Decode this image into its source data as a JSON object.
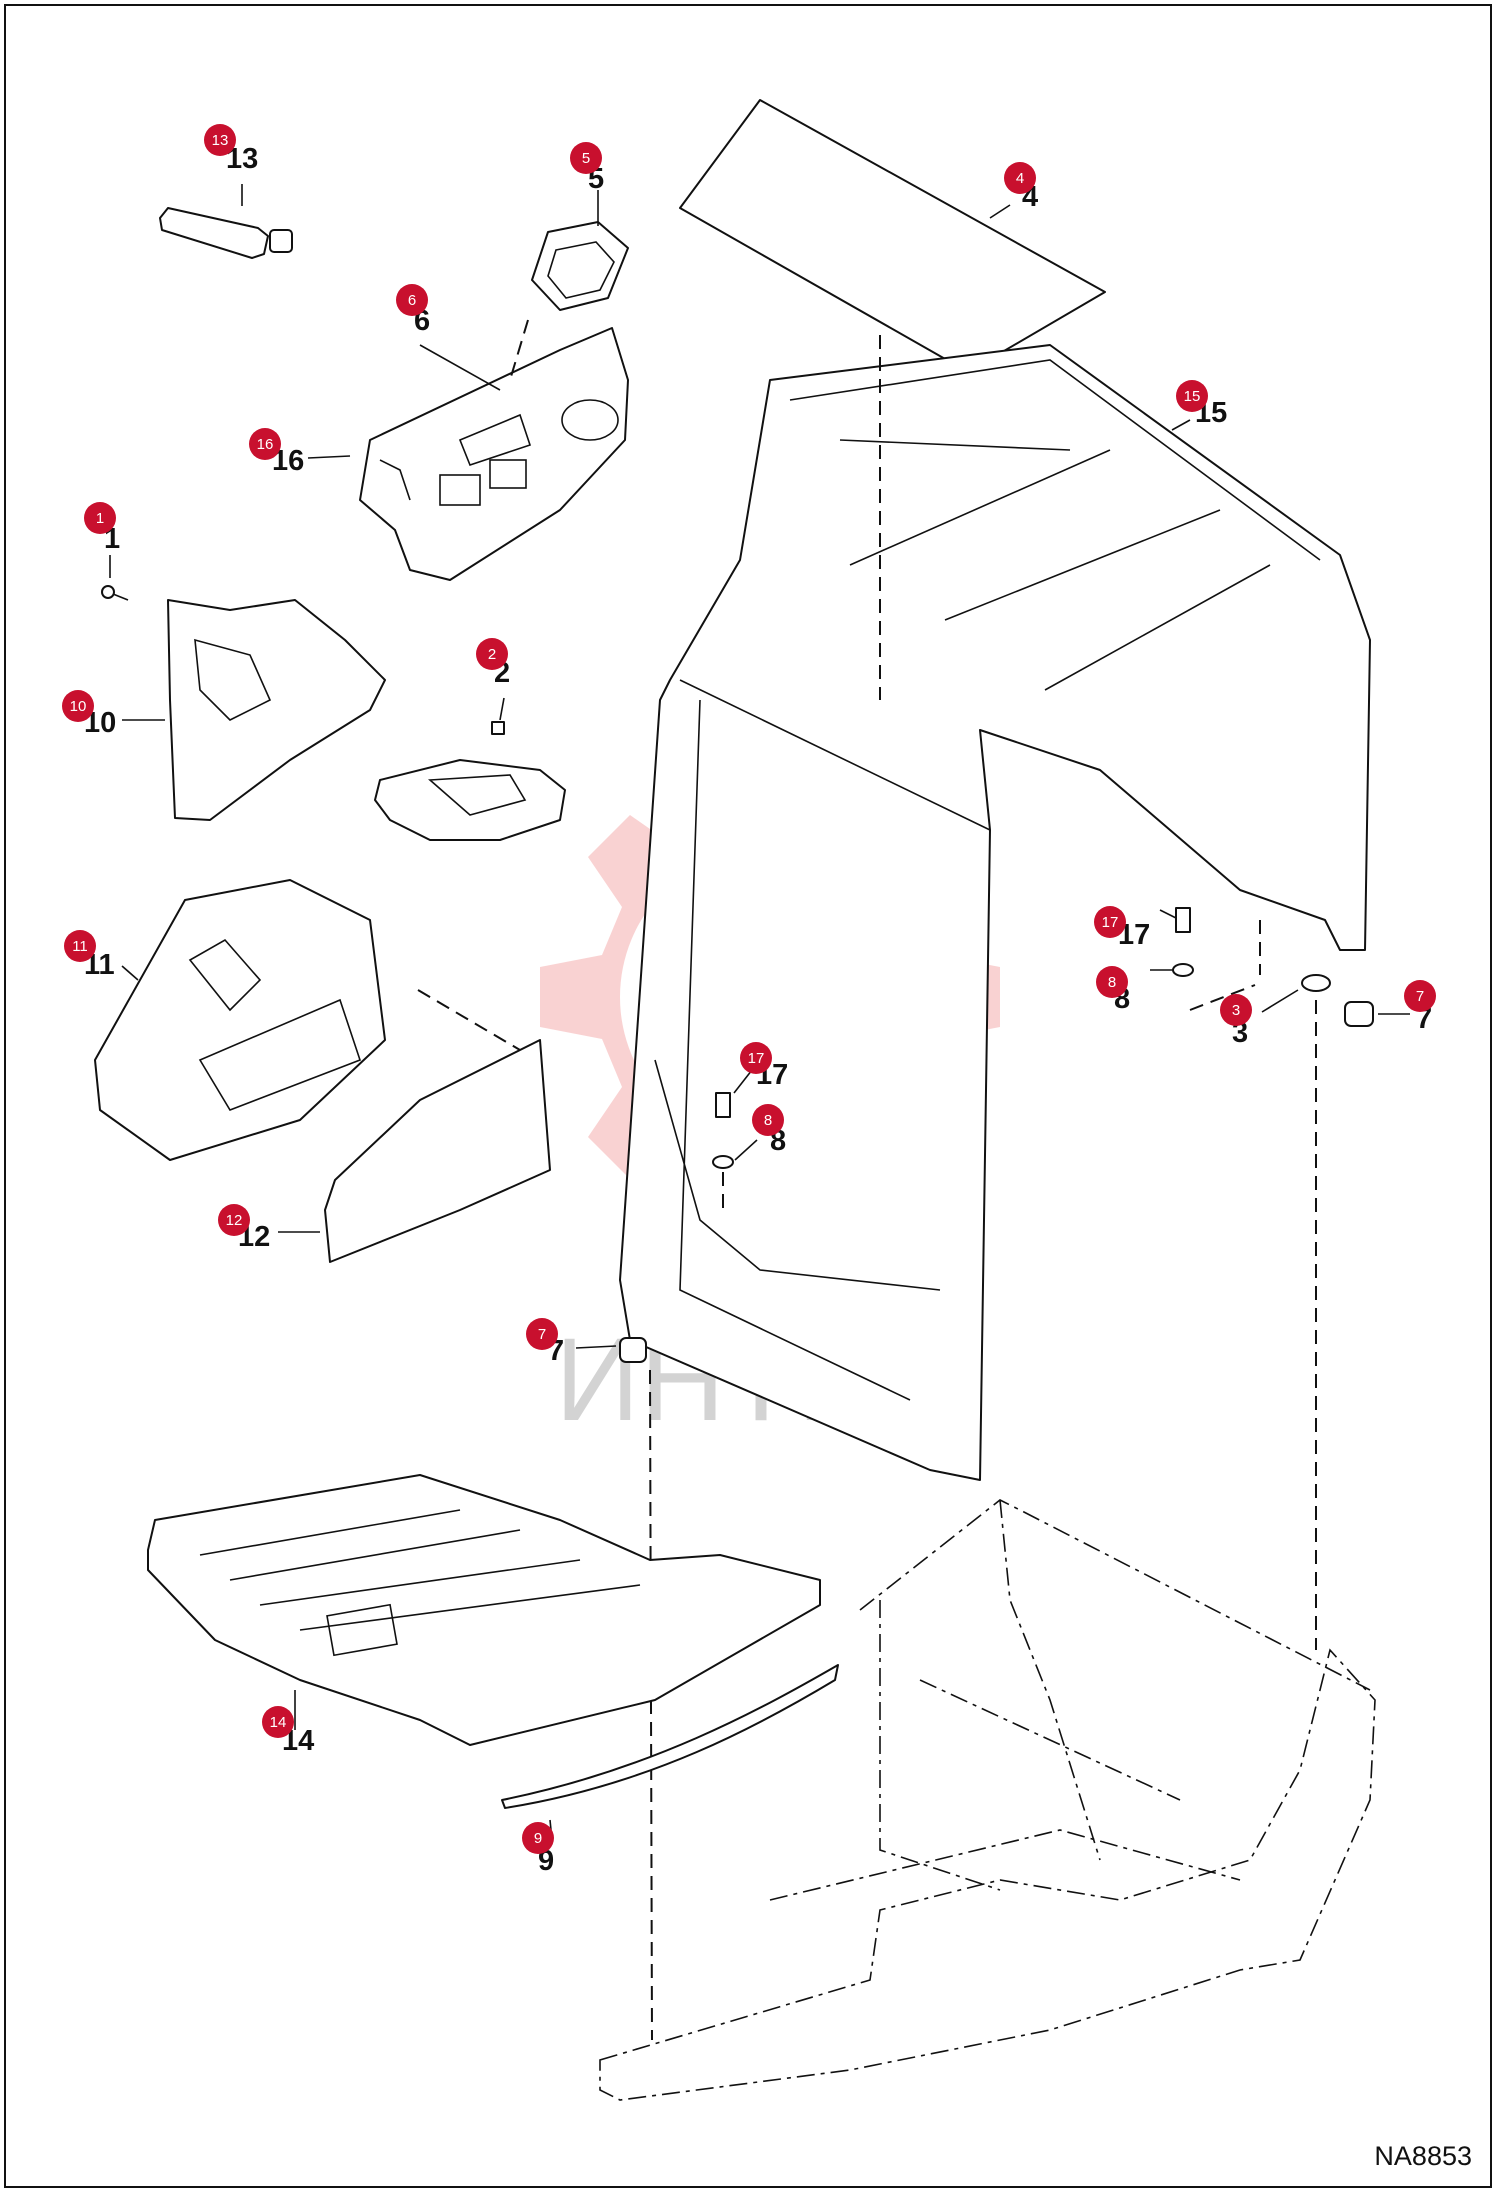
{
  "drawing_code": "NA8853",
  "watermark": {
    "text": "ИНТЕХ",
    "color": "#f4a3a3"
  },
  "badge_color": "#c8102e",
  "callouts": [
    {
      "id": "13",
      "label": "13"
    },
    {
      "id": "5",
      "label": "5"
    },
    {
      "id": "4",
      "label": "4"
    },
    {
      "id": "6",
      "label": "6"
    },
    {
      "id": "16",
      "label": "16"
    },
    {
      "id": "15",
      "label": "15"
    },
    {
      "id": "1",
      "label": "1"
    },
    {
      "id": "10",
      "label": "10"
    },
    {
      "id": "2",
      "label": "2"
    },
    {
      "id": "11",
      "label": "11"
    },
    {
      "id": "17a",
      "label": "17"
    },
    {
      "id": "8a",
      "label": "8"
    },
    {
      "id": "3",
      "label": "3"
    },
    {
      "id": "7a",
      "label": "7"
    },
    {
      "id": "17b",
      "label": "17"
    },
    {
      "id": "8b",
      "label": "8"
    },
    {
      "id": "12",
      "label": "12"
    },
    {
      "id": "7b",
      "label": "7"
    },
    {
      "id": "14",
      "label": "14"
    },
    {
      "id": "9",
      "label": "9"
    }
  ]
}
